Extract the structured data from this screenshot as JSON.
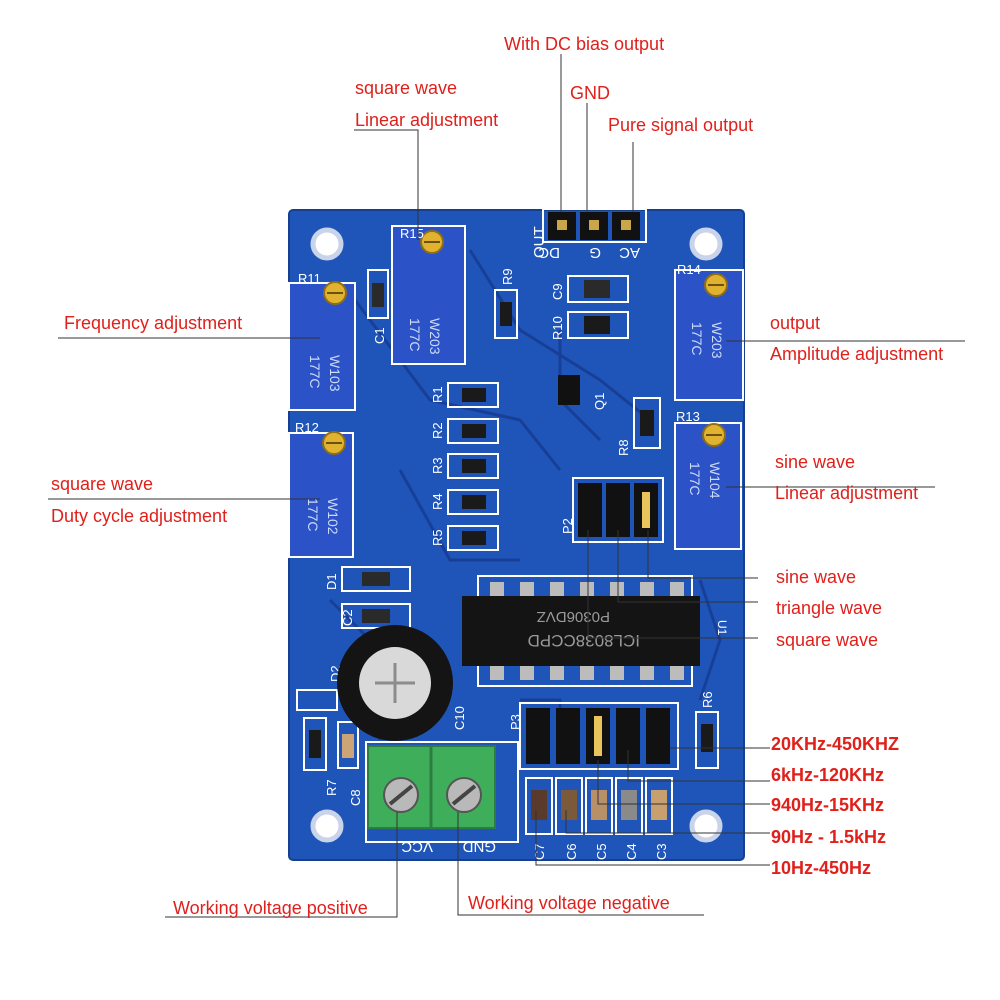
{
  "colors": {
    "label": "#e0201b",
    "leader_line": "#333333",
    "pcb": "#1f55b8",
    "trace": "#183f97",
    "pot_body": "#2c52c8",
    "header_pin": "#111111",
    "terminal_block": "#3fae5a"
  },
  "labels": {
    "dc_bias_output": "With DC bias output",
    "gnd": "GND",
    "pure_signal_output": "Pure signal output",
    "square_wave_top": "square wave",
    "linear_adjustment_top": "Linear adjustment",
    "frequency_adjustment": "Frequency adjustment",
    "output": "output",
    "amplitude_adjustment": "Amplitude adjustment",
    "sine_wave_top": "sine wave",
    "linear_adjustment_right": "Linear adjustment",
    "square_wave_left": "square wave",
    "duty_cycle_adjustment": "Duty cycle adjustment",
    "sine_wave_select": "sine wave",
    "triangle_wave_select": "triangle wave",
    "square_wave_select": "square wave",
    "range_1": "20KHz-450KHZ",
    "range_2": "6kHz-120KHz",
    "range_3": "940Hz-15KHz",
    "range_4": "90Hz - 1.5kHz",
    "range_5": "10Hz-450Hz",
    "working_voltage_positive": "Working voltage positive",
    "working_voltage_negative": "Working voltage negative"
  },
  "silkscreen": {
    "out": "OUT",
    "dc": "DC",
    "g": "G",
    "ac": "AC",
    "ic": "ICL8038CCPD",
    "ic_code": "P0306DVZ",
    "u1": "U1",
    "pot_w203": "W203",
    "pot_w103": "W103",
    "pot_w102": "W102",
    "pot_w104": "W104",
    "pot_code": "177C",
    "vcc": "VCC",
    "gnd": "GND",
    "r1": "R1",
    "r2": "R2",
    "r3": "R3",
    "r4": "R4",
    "r5": "R5",
    "r6": "R6",
    "r7": "R7",
    "r8": "R8",
    "r9": "R9",
    "r10": "R10",
    "r11": "R11",
    "r12": "R12",
    "r13": "R13",
    "r14": "R14",
    "r15": "R15",
    "c1": "C1",
    "c2": "C2",
    "c3": "C3",
    "c4": "C4",
    "c5": "C5",
    "c6": "C6",
    "c7": "C7",
    "c8": "C8",
    "c9": "C9",
    "c10": "C10",
    "d1": "D1",
    "d2": "D2",
    "q1": "Q1",
    "p2": "P2",
    "p3": "P3"
  }
}
